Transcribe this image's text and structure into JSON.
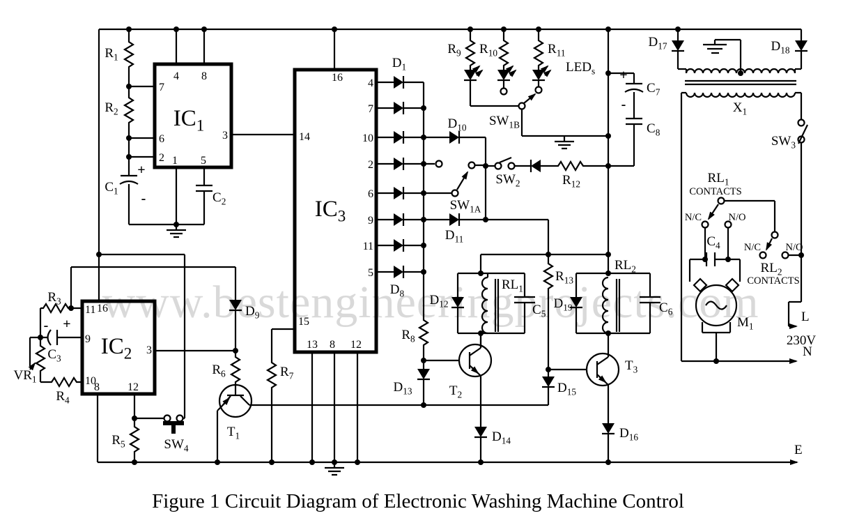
{
  "watermark": "www.bestengineeringprojects.com",
  "caption": "Figure 1 Circuit Diagram of Electronic Washing Machine Control",
  "rails": {
    "earth": "E"
  },
  "mains": {
    "voltage": "230V",
    "live": "L",
    "neutral": "N"
  },
  "ics": {
    "ic1": {
      "name": "IC_1",
      "pins": {
        "p1": "1",
        "p2": "2",
        "p3": "3",
        "p4": "4",
        "p5": "5",
        "p6": "6",
        "p7": "7",
        "p8": "8"
      }
    },
    "ic2": {
      "name": "IC_2",
      "pins": {
        "p3": "3",
        "p8": "8",
        "p9": "9",
        "p10": "10",
        "p11": "11",
        "p12": "12",
        "p16": "16"
      }
    },
    "ic3": {
      "name": "IC_3",
      "pins": {
        "p2": "2",
        "p4": "4",
        "p5": "5",
        "p6": "6",
        "p7": "7",
        "p8": "8",
        "p9": "9",
        "p10": "10",
        "p11": "11",
        "p12": "12",
        "p13": "13",
        "p14": "14",
        "p15": "15",
        "p16": "16"
      }
    }
  },
  "resistors": {
    "r1": "R_1",
    "r2": "R_2",
    "r3": "R_3",
    "r4": "R_4",
    "r5": "R_5",
    "r6": "R_6",
    "r7": "R_7",
    "r8": "R_8",
    "r9": "R_9",
    "r10": "R_10",
    "r11": "R_11",
    "r12": "R_12",
    "r13": "R_13",
    "vr1": "VR_1"
  },
  "capacitors": {
    "c1": "C_1",
    "c2": "C_2",
    "c3": "C_3",
    "c4": "C_4",
    "c5": "C_5",
    "c6": "C_6",
    "c7": "C_7",
    "c8": "C_8"
  },
  "polarity": {
    "plus": "+",
    "minus": "-"
  },
  "diodes": {
    "d1": "D_1",
    "d8": "D_8",
    "d9": "D_9",
    "d10": "D_10",
    "d11": "D_11",
    "d12": "D_12",
    "d13": "D_13",
    "d14": "D_14",
    "d15": "D_15",
    "d16": "D_16",
    "d17": "D_17",
    "d18": "D_18",
    "d19": "D_19"
  },
  "leds": {
    "label": "LED_s"
  },
  "switches": {
    "sw1a": "SW_1A",
    "sw1b": "SW_1B",
    "sw2": "SW_2",
    "sw3": "SW_3",
    "sw4": "SW_4"
  },
  "transistors": {
    "t1": "T_1",
    "t2": "T_2",
    "t3": "T_3"
  },
  "relays": {
    "rl1": "RL_1",
    "rl2": "RL_2"
  },
  "contacts": {
    "rl1_title": "RL_1",
    "rl2_title": "RL_2",
    "contacts": "CONTACTS",
    "nc": "N/C",
    "no": "N/O"
  },
  "transformer": {
    "x1": "X_1"
  },
  "motor": {
    "m1": "M_1"
  }
}
